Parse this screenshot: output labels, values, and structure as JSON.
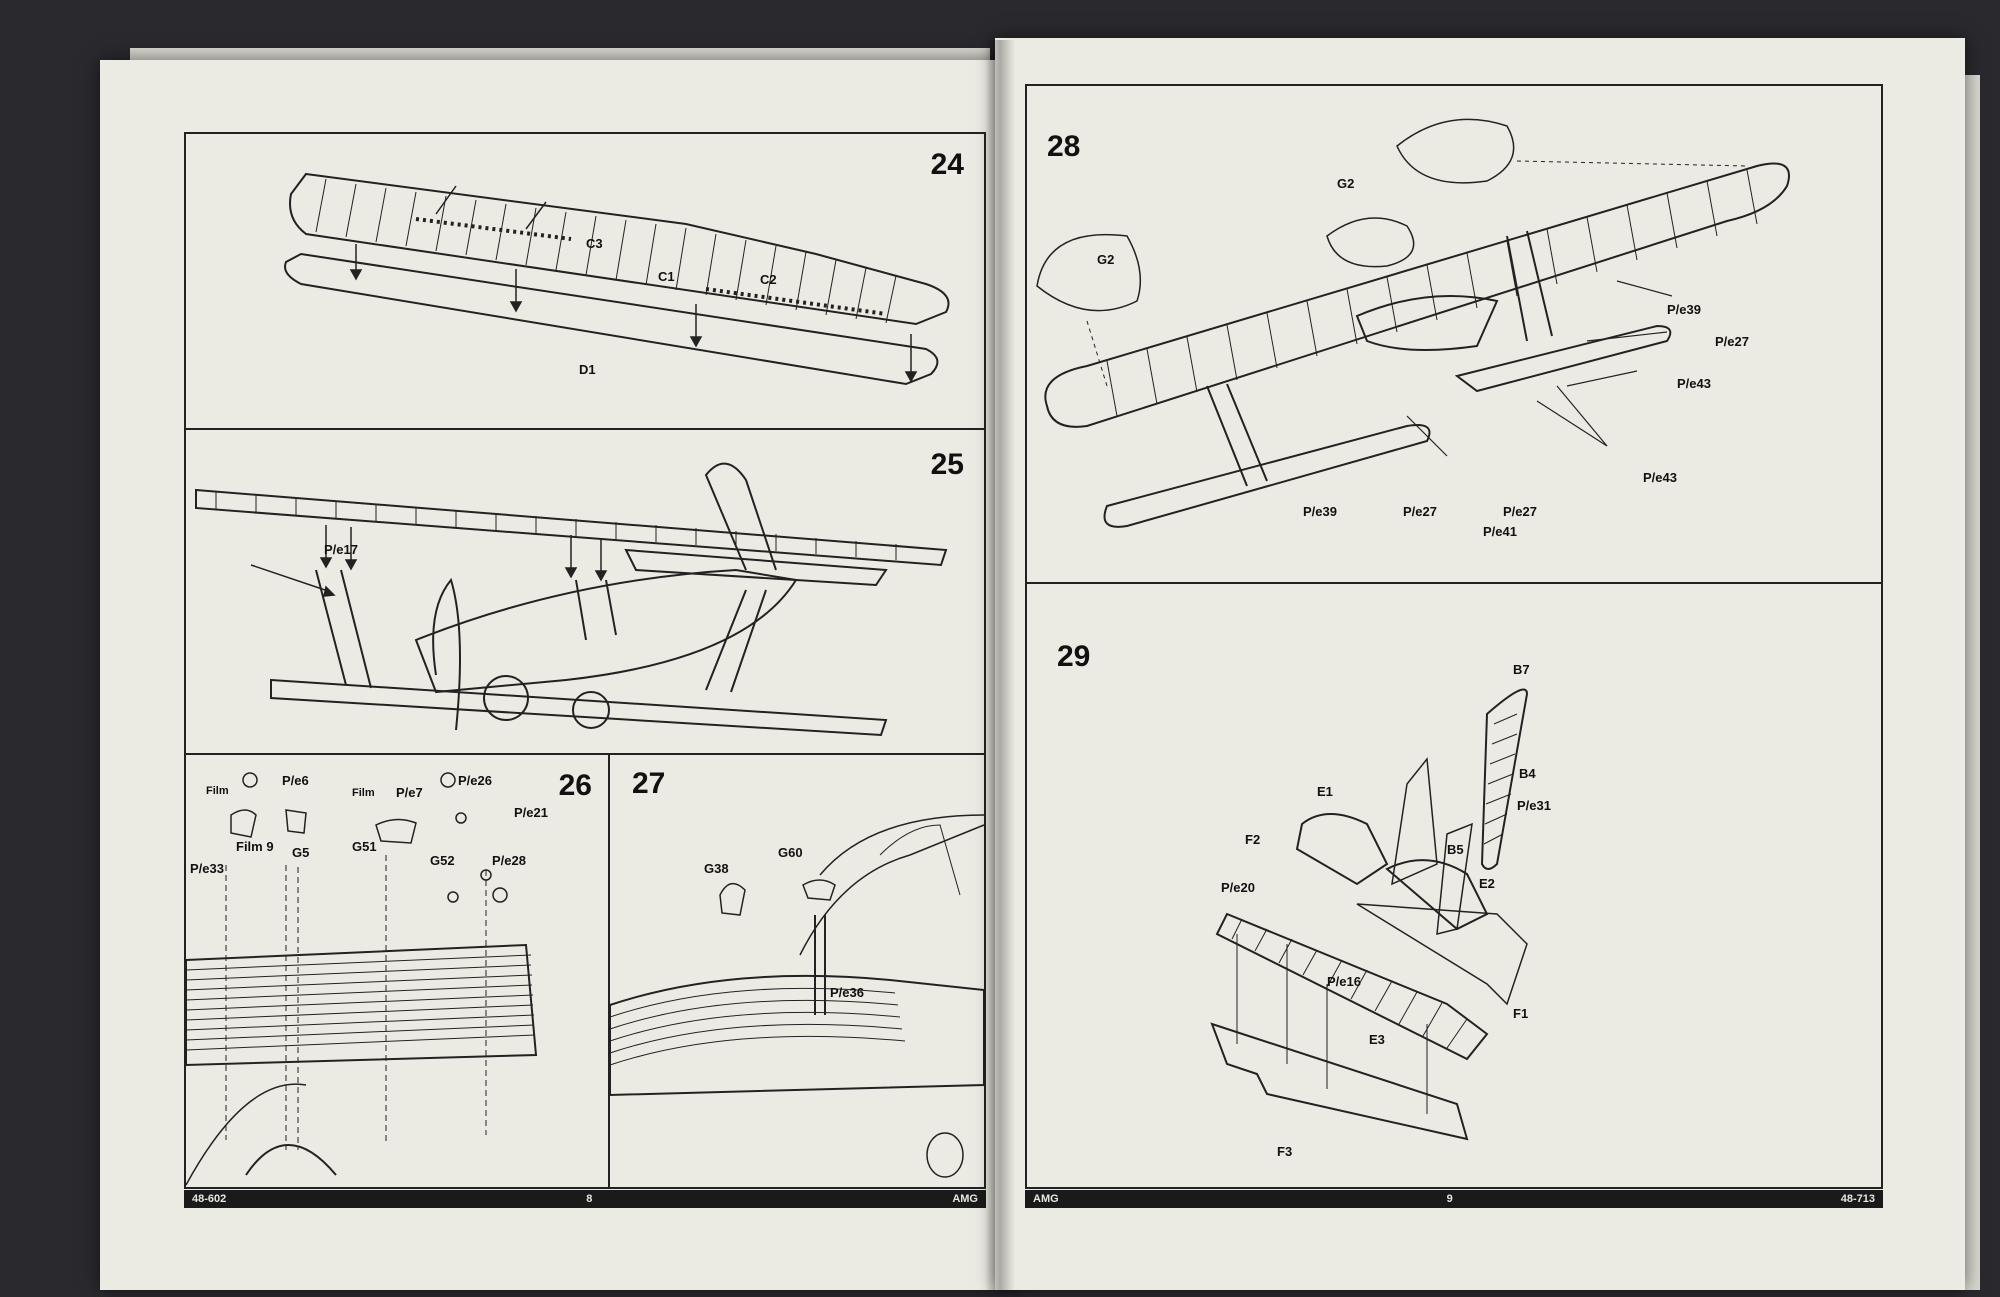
{
  "left_page": {
    "steps": {
      "s24": "24",
      "s25": "25",
      "s26": "26",
      "s27": "27"
    },
    "labels": {
      "c3": "C3",
      "c1": "C1",
      "c2": "C2",
      "d1": "D1",
      "pe17": "P/e17",
      "film_a": "Film",
      "film_b": "Film",
      "pe6": "P/e6",
      "pe7": "P/e7",
      "pe26": "P/e26",
      "pe21": "P/e21",
      "g51": "G51",
      "film9": "Film 9",
      "g5": "G5",
      "pe33": "P/e33",
      "g52": "G52",
      "pe28": "P/e28",
      "g38": "G38",
      "g60": "G60",
      "pe36": "P/e36"
    },
    "footer": {
      "code": "48-602",
      "page": "8",
      "brand": "AMG"
    }
  },
  "right_page": {
    "steps": {
      "s28": "28",
      "s29": "29"
    },
    "labels": {
      "g2_top": "G2",
      "g2_left": "G2",
      "pe39_a": "P/e39",
      "pe27_a": "P/e27",
      "pe43_a": "P/e43",
      "pe43_b": "P/e43",
      "pe39_b": "P/e39",
      "pe27_b": "P/e27",
      "pe27_c": "P/e27",
      "pe41": "P/e41",
      "b7": "B7",
      "b4": "B4",
      "pe31": "P/e31",
      "b5": "B5",
      "e1": "E1",
      "f2": "F2",
      "pe20": "P/e20",
      "e2": "E2",
      "pe16": "P/e16",
      "f1": "F1",
      "e3": "E3",
      "f3": "F3"
    },
    "footer": {
      "brand": "AMG",
      "page": "9",
      "code": "48-713"
    }
  },
  "colors": {
    "paper": "#ecebe3",
    "ink": "#222222",
    "background": "#2a2a2e"
  }
}
